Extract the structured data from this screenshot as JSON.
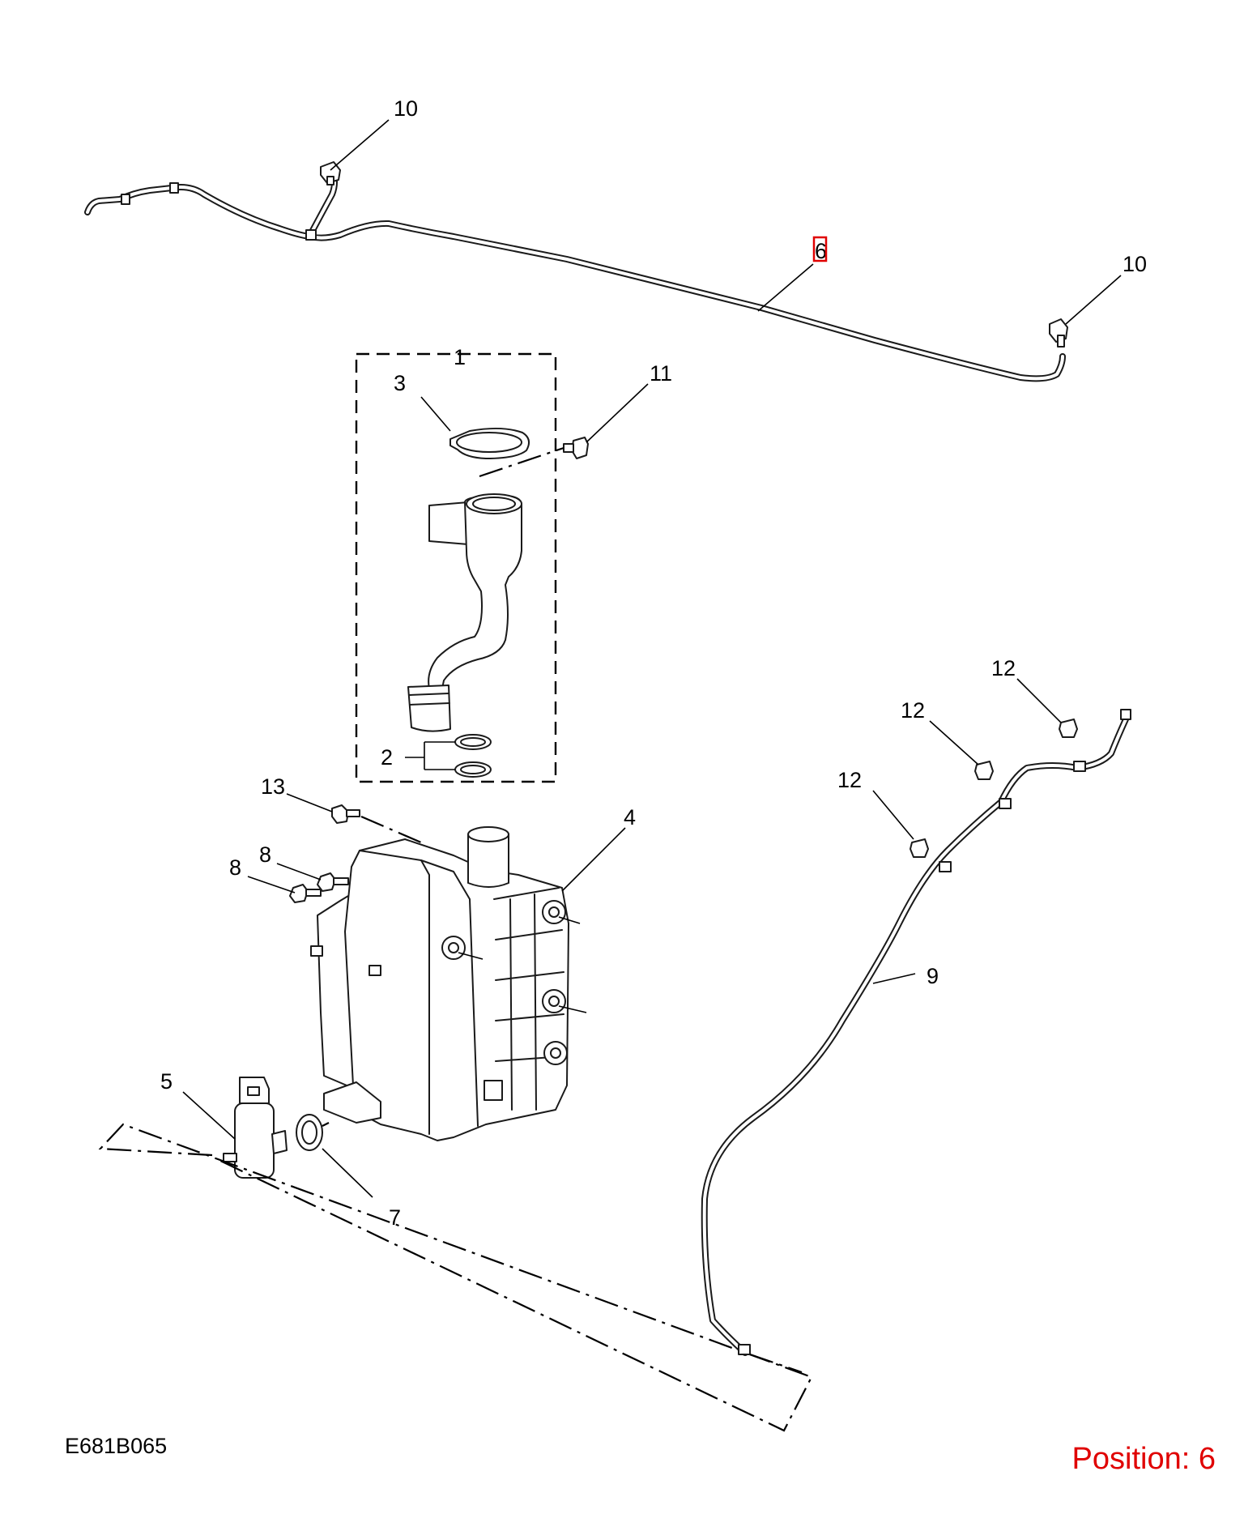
{
  "diagram": {
    "code": "E681B065",
    "position_label": "Position: 6",
    "highlight_color": "#e00000",
    "callouts": {
      "c1": "1",
      "c2": "2",
      "c3": "3",
      "c4": "4",
      "c5": "5",
      "c6": "6",
      "c7": "7",
      "c8a": "8",
      "c8b": "8",
      "c9": "9",
      "c10a": "10",
      "c10b": "10",
      "c11": "11",
      "c12a": "12",
      "c12b": "12",
      "c12c": "12",
      "c13": "13"
    }
  }
}
